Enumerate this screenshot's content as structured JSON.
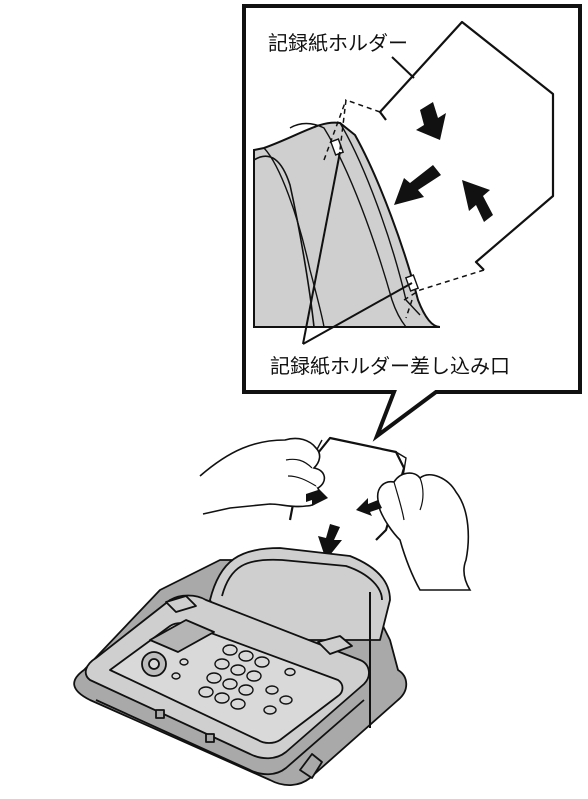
{
  "callout": {
    "label_holder": "記録紙ホルダー",
    "label_slot": "記録紙ホルダー差し込み口"
  },
  "colors": {
    "outline": "#111111",
    "device_fill": "#cfcfcf",
    "device_fill_dark": "#a9a9a9",
    "paper": "#ffffff"
  },
  "icons": [
    "arrow-icon",
    "fax-machine",
    "hand",
    "paper-holder-wire"
  ]
}
